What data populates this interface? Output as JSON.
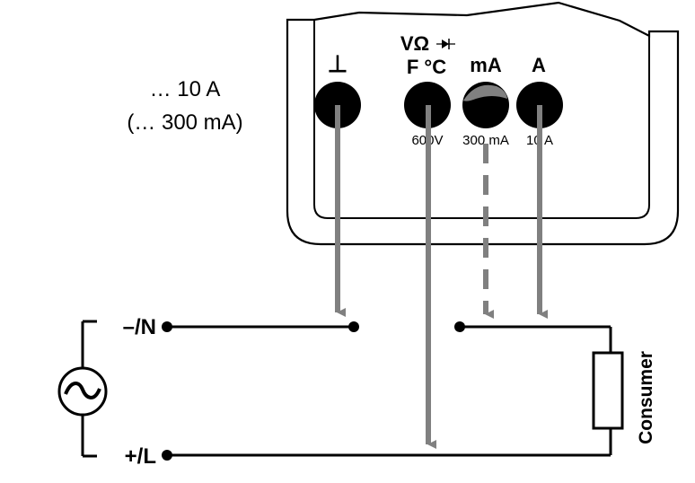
{
  "range_note": {
    "line1": "… 10 A",
    "line2": "(… 300 mA)"
  },
  "sockets": [
    {
      "symbol": "⊥",
      "rating": ""
    },
    {
      "symbol_line1": "VΩ",
      "symbol_line2": "F °C",
      "rating": "600V"
    },
    {
      "symbol": "mA",
      "rating": "300 mA"
    },
    {
      "symbol": "A",
      "rating": "10 A"
    }
  ],
  "diode_icon": "diode-symbol",
  "terminals": {
    "neutral": "–/N",
    "live": "+/L"
  },
  "load_label": "Consumer",
  "source_icon": "ac-sine-icon",
  "colors": {
    "line": "#000000",
    "arrow": "#808080",
    "jack": "#000000"
  }
}
